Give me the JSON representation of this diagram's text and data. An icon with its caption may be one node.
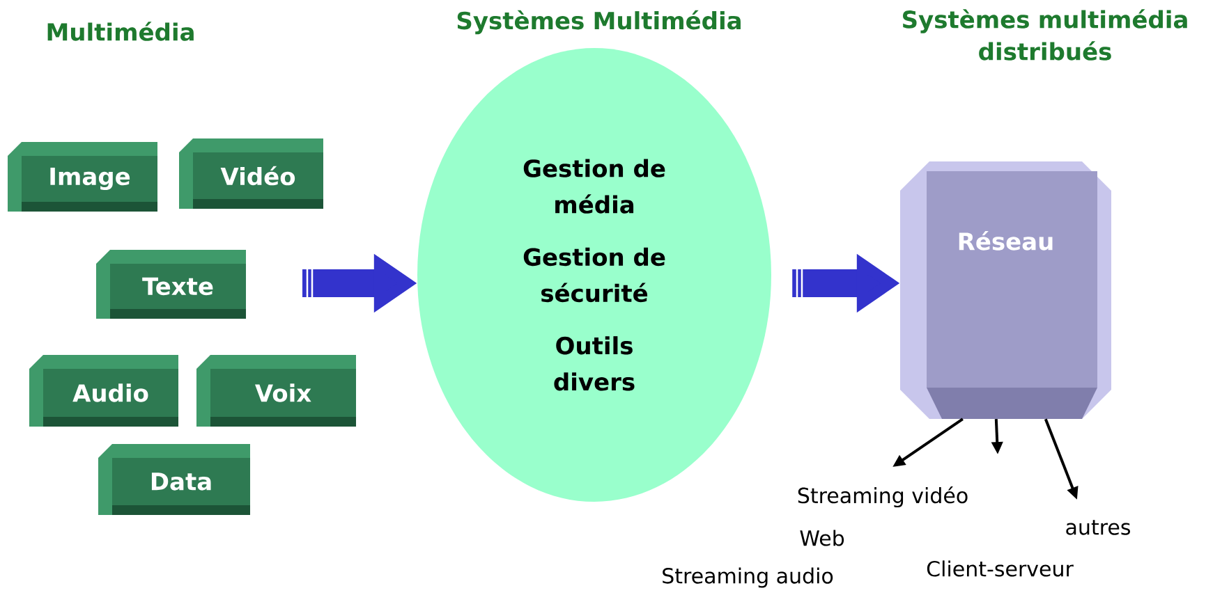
{
  "diagram": {
    "nodes": [
      {
        "text": [
          "Image"
        ]
      },
      {
        "text": [
          "Vidéo"
        ]
      },
      {
        "text": [
          "Texte"
        ]
      },
      {
        "text": [
          "Audio"
        ]
      },
      {
        "text": [
          "Voix"
        ]
      },
      {
        "text": [
          "Data"
        ]
      },
      {
        "text": [
          "Gestion de média",
          "Gestion de sécurité",
          "Outils divers"
        ]
      },
      {
        "text": [
          "Réseau"
        ]
      }
    ],
    "edges": [
      {
        "from": null,
        "to": 6,
        "arrow": "to",
        "style": "thick",
        "color": "#3333cc"
      },
      {
        "from": 6,
        "to": 7,
        "arrow": "to",
        "style": "thick",
        "color": "#3333cc"
      },
      {
        "from": 7,
        "to": null,
        "arrow": "to"
      },
      {
        "from": 7,
        "to": null,
        "arrow": "to"
      },
      {
        "from": 7,
        "to": null,
        "arrow": "to"
      }
    ],
    "labels": [
      "Multimédia",
      "Systèmes Multimédia",
      "Systèmes multimédia distribués",
      "Streaming vidéo",
      "autres",
      "Web",
      "Client-serveur",
      "Streaming audio"
    ]
  }
}
